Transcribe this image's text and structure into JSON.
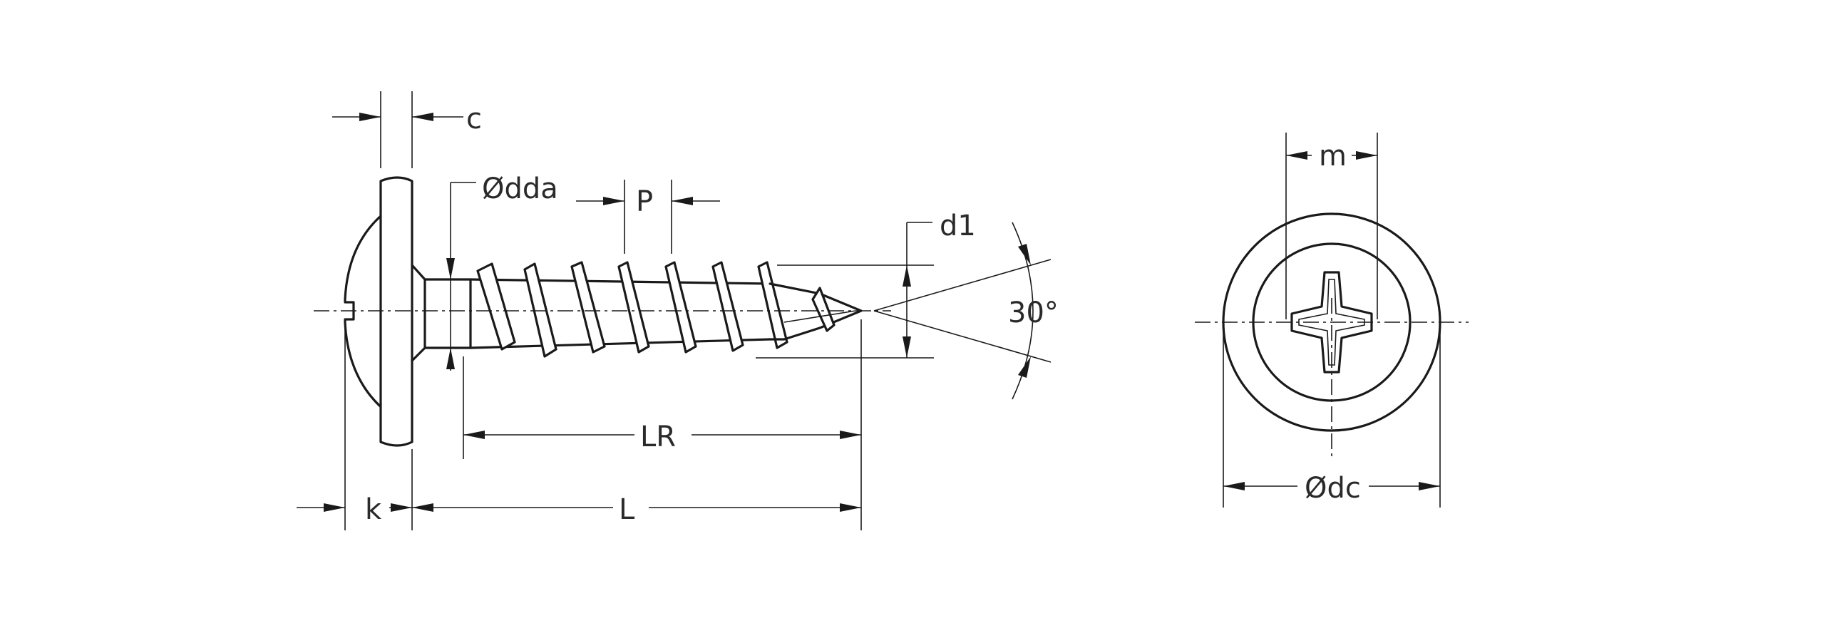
{
  "labels": {
    "c": "c",
    "da": "Ødda",
    "p": "P",
    "d1": "d1",
    "angle": "30°",
    "lr": "LR",
    "k": "k",
    "l": "L",
    "m": "m",
    "dc": "Ødc"
  },
  "colors": {
    "line": "#1a1a1a",
    "text": "#2a2a2a",
    "background": "#ffffff"
  },
  "icons": {
    "recess": "phillips-cross-recess-icon"
  }
}
